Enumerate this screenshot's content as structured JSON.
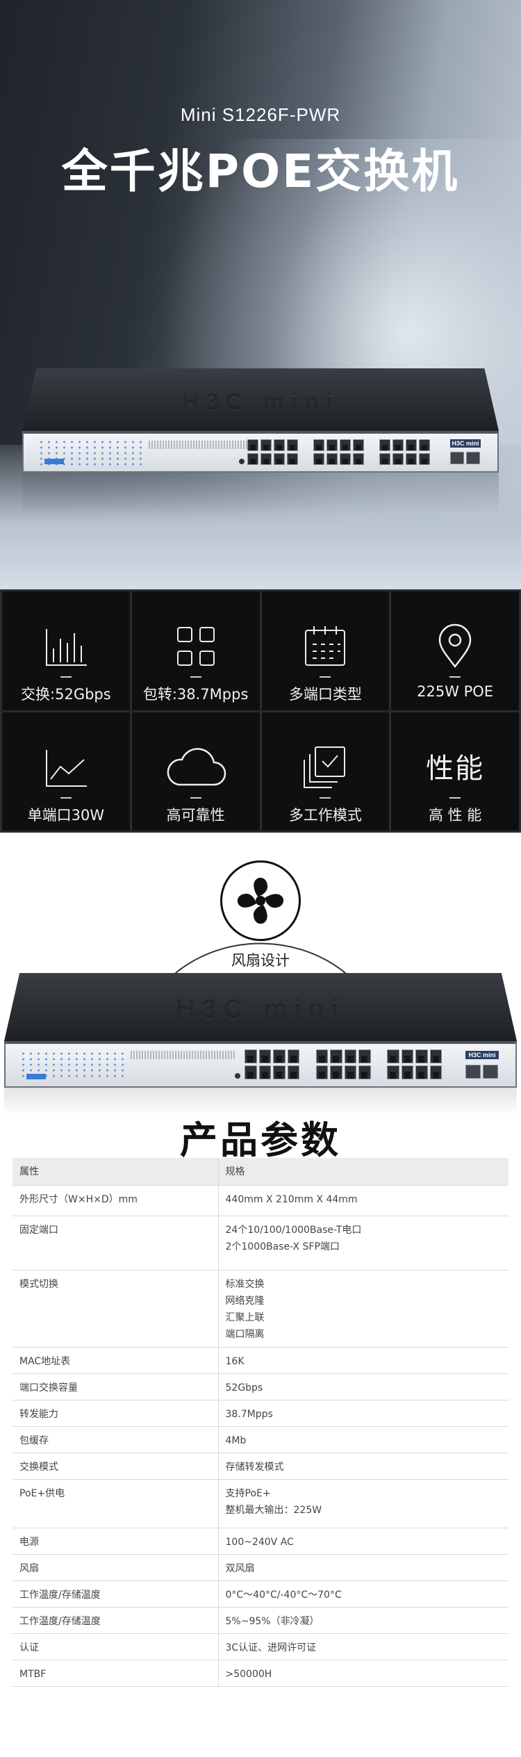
{
  "hero": {
    "model": "Mini S1226F-PWR",
    "title": "全千兆POE交换机",
    "device_logo": "H3C mini",
    "device_brand": "H3C mini"
  },
  "features": [
    {
      "icon": "bar-chart-icon",
      "label": "交换:52Gbps"
    },
    {
      "icon": "grid-squares-icon",
      "label": "包转:38.7Mpps"
    },
    {
      "icon": "calendar-grid-icon",
      "label": "多端口类型"
    },
    {
      "icon": "location-pin-icon",
      "label": "225W POE"
    },
    {
      "icon": "line-chart-icon",
      "label": "单端口30W"
    },
    {
      "icon": "cloud-icon",
      "label": "高可靠性"
    },
    {
      "icon": "checklist-icon",
      "label": "多工作模式"
    },
    {
      "icon_text": "性能",
      "label": "高 性 能"
    }
  ],
  "fan": {
    "icon": "fan-icon",
    "label": "风扇设计"
  },
  "params": {
    "title": "产品参数",
    "header": {
      "key": "属性",
      "value": "规格"
    },
    "rows": [
      {
        "key": "外形尺寸（W×H×D）mm",
        "values": [
          "440mm X 210mm X 44mm"
        ]
      },
      {
        "key": "固定端口",
        "values": [
          "24个10/100/1000Base-T电口",
          "2个1000Base-X SFP端口"
        ]
      },
      {
        "key": "模式切换",
        "values": [
          "标准交换",
          "网络克隆",
          "汇聚上联",
          "端口隔离"
        ]
      },
      {
        "key": "MAC地址表",
        "values": [
          "16K"
        ]
      },
      {
        "key": "端口交换容量",
        "values": [
          "52Gbps"
        ]
      },
      {
        "key": "转发能力",
        "values": [
          "38.7Mpps"
        ]
      },
      {
        "key": "包缓存",
        "values": [
          "4Mb"
        ]
      },
      {
        "key": "交换模式",
        "values": [
          "存储转发模式"
        ]
      },
      {
        "key": "PoE+供电",
        "values": [
          "支持PoE+",
          "整机最大输出：225W"
        ]
      },
      {
        "key": "电源",
        "values": [
          "100~240V AC"
        ]
      },
      {
        "key": "风扇",
        "values": [
          "双风扇"
        ]
      },
      {
        "key": "工作温度/存储温度",
        "values": [
          "0°C～40°C/-40°C～70°C"
        ]
      },
      {
        "key": "工作温度/存储温度",
        "values": [
          "5%~95%（非冷凝）"
        ]
      },
      {
        "key": "认证",
        "values": [
          "3C认证、进网许可证"
        ]
      },
      {
        "key": "MTBF",
        "values": [
          ">50000H"
        ]
      }
    ]
  }
}
